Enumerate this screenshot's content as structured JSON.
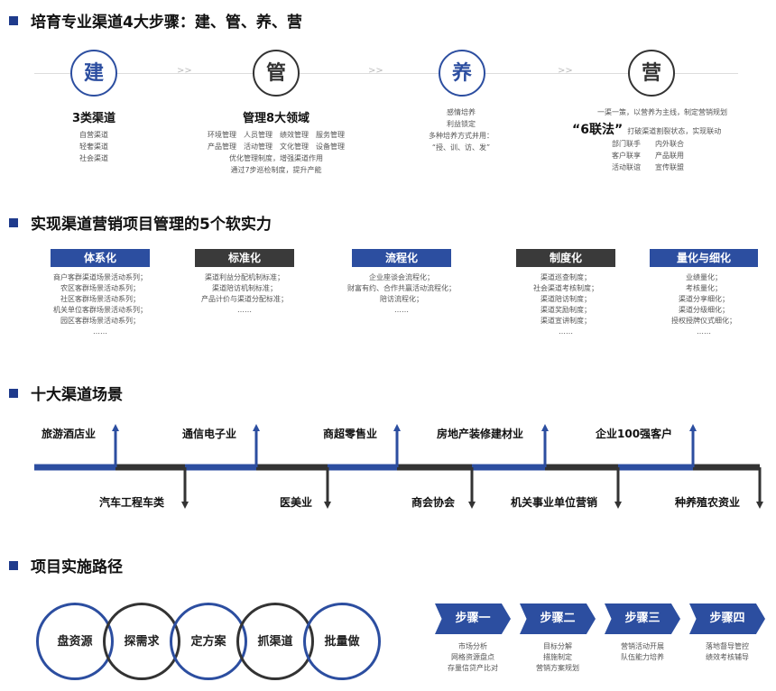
{
  "section1": {
    "title": "培育专业渠道4大步骤：建、管、养、营",
    "circles": [
      "建",
      "管",
      "养",
      "营"
    ],
    "col1": {
      "head": "3类渠道",
      "lines": [
        "自营渠道",
        "轻奢渠道",
        "社会渠道"
      ]
    },
    "col2": {
      "head": "管理8大领域",
      "lines": [
        "环境管理　人员管理　绩效管理　服务管理",
        "产品管理　活动管理　文化管理　设备管理",
        "优化管理制度，增强渠道作用",
        "通过7步巡检制度，提升产能"
      ]
    },
    "col3": {
      "lines": [
        "感情培养",
        "利益锁定",
        "多种培养方式并用：",
        "“授、训、访、发”"
      ]
    },
    "col4": {
      "line1": "一渠一策，以营养为主线，制定营销规划",
      "fa": "“6联法”",
      "fa_rest": "打破渠道割裂状态，实现联动",
      "grid": [
        "部门联手",
        "内外联合",
        "客户联享",
        "产品联用",
        "活动联谊",
        "宣传联盟"
      ]
    }
  },
  "section2": {
    "title": "实现渠道营销项目管理的5个软实力",
    "tags": [
      {
        "label": "体系化",
        "lines": [
          "商户客群渠道场景活动系列；",
          "农区客群场景活动系列；",
          "社区客群场景活动系列；",
          "机关单位客群场景活动系列；",
          "园区客群场景活动系列；",
          "……"
        ]
      },
      {
        "label": "标准化",
        "lines": [
          "渠道利益分配机制标准；",
          "渠道陪访机制标准；",
          "产品计价与渠道分配标准；",
          "……"
        ]
      },
      {
        "label": "流程化",
        "lines": [
          "企业座谈会流程化；",
          "财富有约、合作共赢活动流程化；",
          "陪访流程化；",
          "……"
        ]
      },
      {
        "label": "制度化",
        "lines": [
          "渠道巡查制度；",
          "社会渠道考核制度；",
          "渠道陪访制度；",
          "渠道奖励制度；",
          "渠道宣讲制度；",
          "……"
        ]
      },
      {
        "label": "量化与细化",
        "lines": [
          "业绩量化；",
          "考核量化；",
          "渠道分享细化；",
          "渠道分级细化；",
          "授权授牌仪式细化；",
          "……"
        ]
      }
    ]
  },
  "section3": {
    "title": "十大渠道场景",
    "top": [
      "旅游酒店业",
      "通信电子业",
      "商超零售业",
      "房地产装修建材业",
      "企业100强客户"
    ],
    "bottom": [
      "汽车工程车类",
      "医美业",
      "商会协会",
      "机关事业单位营销",
      "种养殖农资业"
    ]
  },
  "section4": {
    "title": "项目实施路径",
    "rings": [
      "盘资源",
      "探需求",
      "定方案",
      "抓渠道",
      "批量做"
    ],
    "steps": [
      {
        "label": "步骤一",
        "lines": [
          "市场分析",
          "网格资源盘点",
          "存量信贷产比对"
        ]
      },
      {
        "label": "步骤二",
        "lines": [
          "目标分解",
          "措施制定",
          "营销方案规划"
        ]
      },
      {
        "label": "步骤三",
        "lines": [
          "营销活动开展",
          "队伍能力培养"
        ]
      },
      {
        "label": "步骤四",
        "lines": [
          "落地督导管控",
          "绩效考核辅导"
        ]
      }
    ]
  }
}
